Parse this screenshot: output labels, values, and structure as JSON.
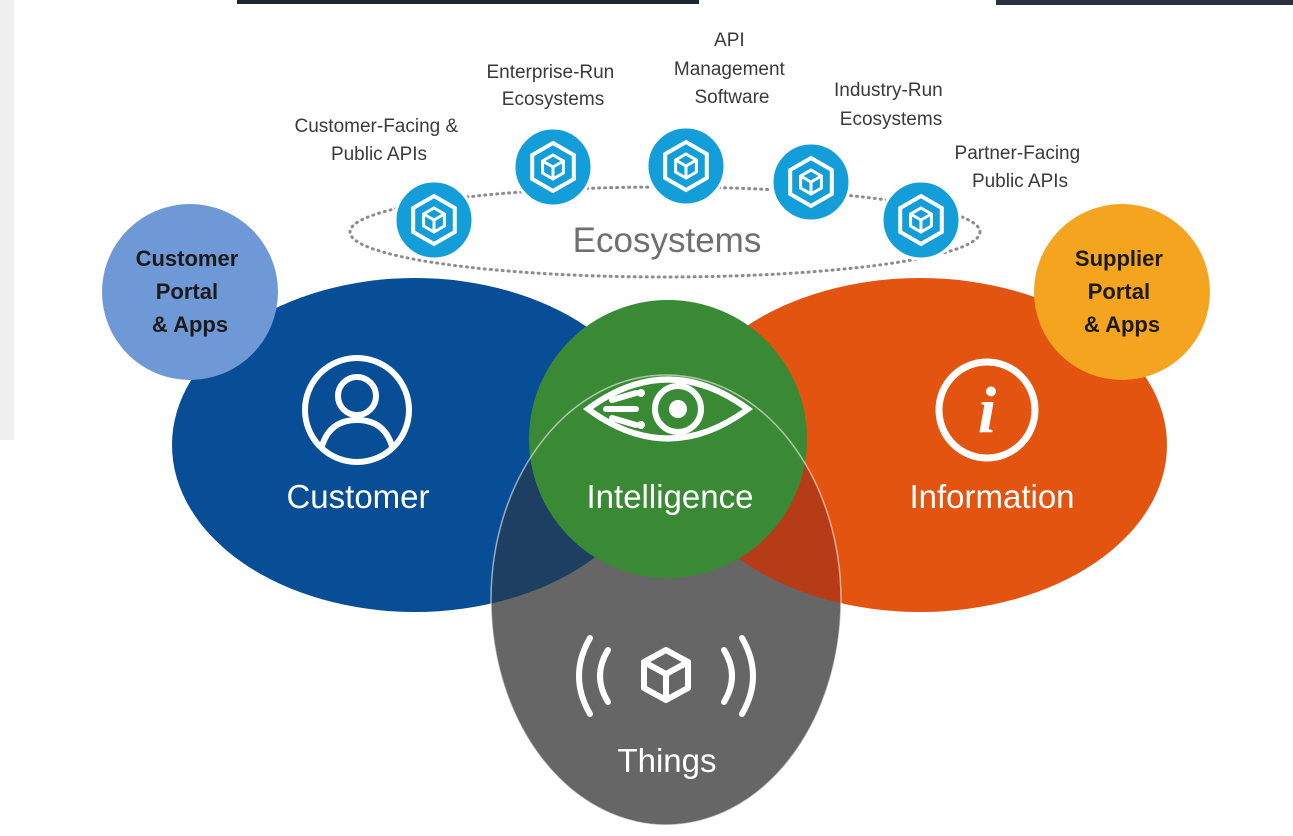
{
  "colors": {
    "customer": "#084e96",
    "information": "#e2540f",
    "intelligence": "#3a8a35",
    "things": "#666666",
    "customer_portal": "#6f98d6",
    "supplier_portal": "#f4a41e",
    "hub_icon": "#139dd9"
  },
  "ecosystems": {
    "label": "Ecosystems",
    "hubs": [
      {
        "icon": "cube-hub-icon",
        "lines": [
          "Customer-Facing &",
          "Public APIs"
        ]
      },
      {
        "icon": "cube-hub-icon",
        "lines": [
          "Enterprise-Run",
          "Ecosystems"
        ]
      },
      {
        "icon": "cube-hub-icon",
        "lines": [
          "API",
          "Management",
          "Software"
        ]
      },
      {
        "icon": "cube-hub-icon",
        "lines": [
          "Industry-Run",
          "Ecosystems"
        ]
      },
      {
        "icon": "cube-hub-icon",
        "lines": [
          "Partner-Facing",
          "Public APIs"
        ]
      }
    ]
  },
  "customer": {
    "label": "Customer",
    "icon": "user-icon"
  },
  "intelligence": {
    "label": "Intelligence",
    "icon": "eye-icon"
  },
  "information": {
    "label": "Information",
    "icon": "info-icon"
  },
  "things": {
    "label": "Things",
    "icon": "iot-cube-icon"
  },
  "customer_portal": {
    "lines": [
      "Customer",
      "Portal",
      "& Apps"
    ]
  },
  "supplier_portal": {
    "lines": [
      "Supplier",
      "Portal",
      "& Apps"
    ]
  }
}
